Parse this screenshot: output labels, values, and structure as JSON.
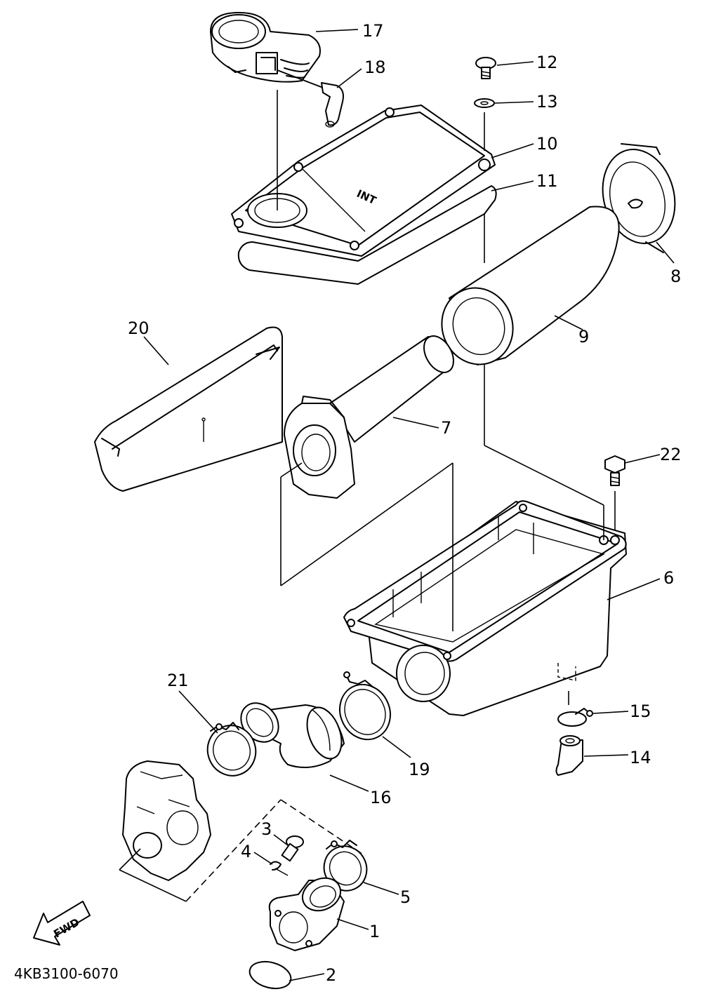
{
  "diagram_code": "4KB3100-6070",
  "fwd_label": "FWD",
  "cover_mark": "INT",
  "callouts": {
    "p1": "1",
    "p2": "2",
    "p3": "3",
    "p4": "4",
    "p5": "5",
    "p6": "6",
    "p7": "7",
    "p8": "8",
    "p9": "9",
    "p10": "10",
    "p11": "11",
    "p12": "12",
    "p13": "13",
    "p14": "14",
    "p15": "15",
    "p16": "16",
    "p17": "17",
    "p18": "18",
    "p19": "19",
    "p20": "20",
    "p21": "21",
    "p22": "22"
  }
}
